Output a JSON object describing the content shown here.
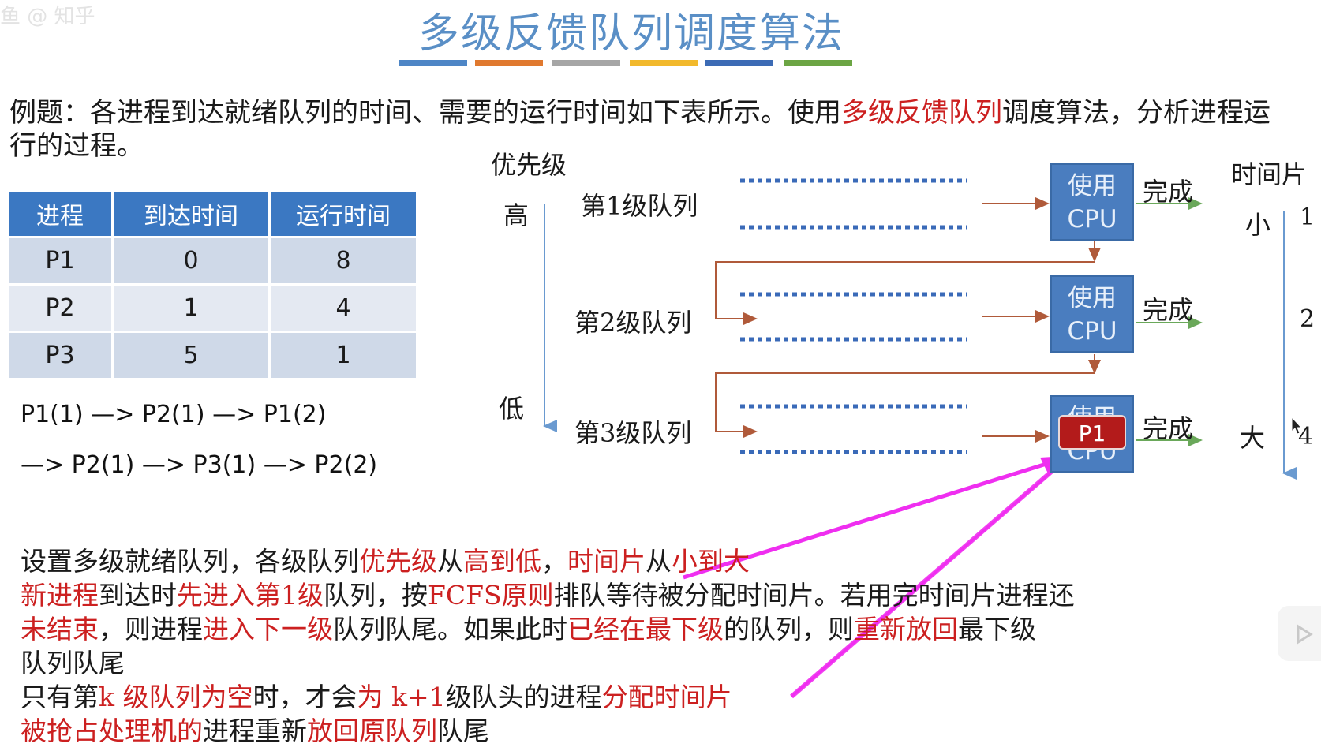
{
  "watermark": "鱼 @ 知乎",
  "title": "多级反馈队列调度算法",
  "title_bar_colors": [
    "#4e86c6",
    "#e0792f",
    "#a6a6a6",
    "#f2b92c",
    "#3c6bb5",
    "#6ca544"
  ],
  "problem": {
    "p1": "例题：各进程到达就绪队列的时间、需要的运行时间如下表所示。使用",
    "highlight": "多级反馈队列",
    "p2": "调度算法，分析进程运行的过程。"
  },
  "table": {
    "headers": [
      "进程",
      "到达时间",
      "运行时间"
    ],
    "rows": [
      [
        "P1",
        "0",
        "8"
      ],
      [
        "P2",
        "1",
        "4"
      ],
      [
        "P3",
        "5",
        "1"
      ]
    ]
  },
  "sequence": {
    "line1": "P1(1) —> P2(1) —> P1(2)",
    "line2": "—> P2(1) —> P3(1) —> P2(2)"
  },
  "diagram": {
    "priority_label": "优先级",
    "priority_high": "高",
    "priority_low": "低",
    "queues": [
      "第1级队列",
      "第2级队列",
      "第3级队列"
    ],
    "cpu_line1": "使用",
    "cpu_line2": "CPU",
    "done": "完成",
    "running_process": "P1",
    "timeslice_label": "时间片",
    "timeslice_small": "小",
    "timeslice_large": "大",
    "timeslices": [
      "1",
      "2",
      "4"
    ]
  },
  "rules": {
    "l1_a": "设置多级就绪队列，各级队列",
    "l1_b": "优先级",
    "l1_c": "从",
    "l1_d": "高到低",
    "l1_e": "，",
    "l1_f": "时间片",
    "l1_g": "从",
    "l1_h": "小到大",
    "l2_a": "新进程",
    "l2_b": "到达时",
    "l2_c": "先进入第1级",
    "l2_d": "队列，按",
    "l2_e": "FCFS原则",
    "l2_f": "排队等待被分配时间片。若用完时间片进程还",
    "l3_a": "未结束",
    "l3_b": "，则进程",
    "l3_c": "进入下一级",
    "l3_d": "队列队尾。如果此时",
    "l3_e": "已经在最下级",
    "l3_f": "的队列，则",
    "l3_g": "重新放回",
    "l3_h": "最下级",
    "l4": "队列队尾",
    "l5_a": "只有第",
    "l5_b": "k 级队列为空",
    "l5_c": "时，才会",
    "l5_d": "为 k+1",
    "l5_e": "级队头的进程",
    "l5_f": "分配时间片",
    "l6_a": "被抢占处理机的",
    "l6_b": "进程重新",
    "l6_c": "放回原队列",
    "l6_d": "队尾"
  }
}
